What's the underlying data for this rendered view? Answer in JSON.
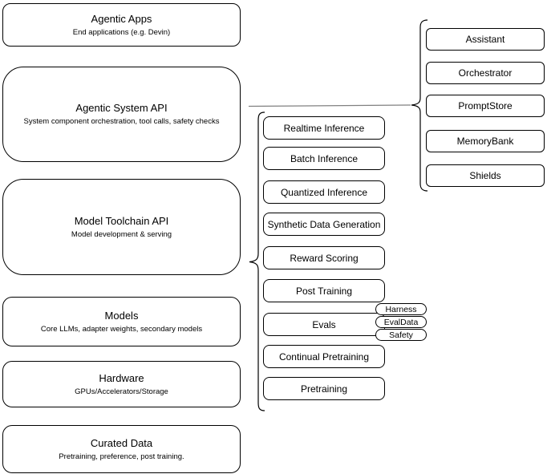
{
  "diagram": {
    "left_column": [
      {
        "title": "Agentic Apps",
        "subtitle": "End applications (e.g. Devin)"
      },
      {
        "title": "Agentic System API",
        "subtitle": "System component orchestration, tool calls, safety checks"
      },
      {
        "title": "Model Toolchain API",
        "subtitle": "Model development & serving"
      },
      {
        "title": "Models",
        "subtitle": "Core LLMs, adapter weights, secondary models"
      },
      {
        "title": "Hardware",
        "subtitle": "GPUs/Accelerators/Storage"
      },
      {
        "title": "Curated Data",
        "subtitle": "Pretraining, preference, post training."
      }
    ],
    "middle_column": [
      "Realtime Inference",
      "Batch Inference",
      "Quantized Inference",
      "Synthetic Data Generation",
      "Reward Scoring",
      "Post Training",
      "Evals",
      "Continual Pretraining",
      "Pretraining"
    ],
    "evals_tags": [
      "Harness",
      "EvalData",
      "Safety"
    ],
    "right_column": [
      "Assistant",
      "Orchestrator",
      "PromptStore",
      "MemoryBank",
      "Shields"
    ],
    "colors": {
      "box_border": "#000000",
      "background": "#ffffff",
      "connector": "#808080",
      "text": "#000000"
    }
  }
}
